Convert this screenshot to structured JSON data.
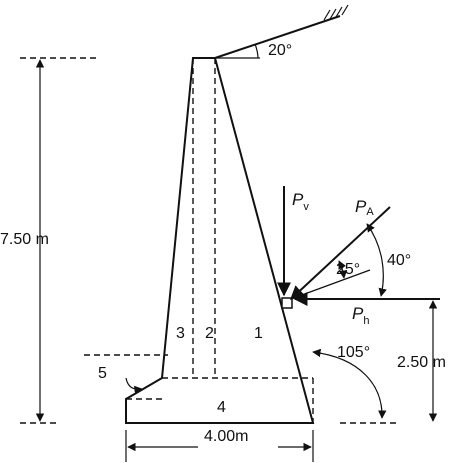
{
  "labels": {
    "height_total": "7.50 m",
    "height_force": "2.50 m",
    "base_width": "4.00m",
    "slope_angle": "20°",
    "angle_pa_h": "40°",
    "angle_friction": "25°",
    "angle_back": "105°",
    "zone_1": "1",
    "zone_2": "2",
    "zone_3": "3",
    "zone_4": "4",
    "zone_5": "5",
    "pv_main": "P",
    "pv_sub": "v",
    "ph_main": "P",
    "ph_sub": "h",
    "pa_main": "P",
    "pa_sub": "A"
  },
  "icons": {
    "ground_hatch": "soil-hatch-icon"
  }
}
